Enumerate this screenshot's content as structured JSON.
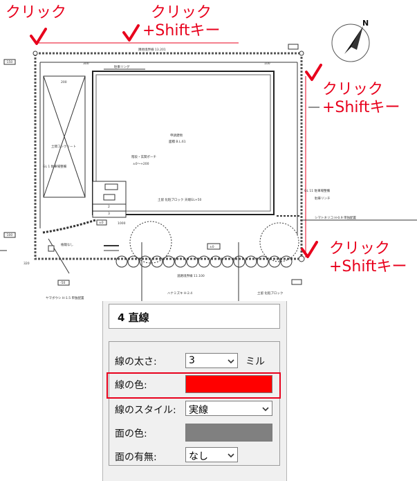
{
  "callouts": {
    "top_left": "クリック",
    "top_middle_line1": "クリック",
    "top_middle_line2": "+Shiftキー",
    "right_line1": "クリック",
    "right_line2": "+Shiftキー",
    "bottom_right_line1": "クリック",
    "bottom_right_line2": "+Shiftキー"
  },
  "drawing": {
    "compass_label": "N",
    "labels": {
      "top_dim": "隣地境界線 13.201",
      "car_rail": "駐車リング",
      "main_building_1": "申請建物",
      "main_building_2": "面積 B.L.61",
      "left_room": "土間コンクリート",
      "left_note": "GL 1 駐車場整備",
      "small_block_1": "階段・玄関ポーチ",
      "small_block_2": "±0〜+200",
      "block_note": "土留 化粧ブロック 天端GL+50",
      "right_note1": "GL 11 駐車場整備",
      "right_note2": "駐車リンチ",
      "right_note3": "シマトネリコ H-0.9 単独配置",
      "bottom_dim": "道路境界線 11.100",
      "bottom_left": "ヤマボウシ H-1.5 単独配置",
      "bottom_mid": "ハナミズキ H-2.4",
      "bottom_right": "土留 化粧ブロック",
      "left_small": "植栽なし",
      "dim_200": "200",
      "dim_1000": "1000",
      "dim_320": "320",
      "dim_150": "-150",
      "dim_300": "300",
      "dim_50": "-50",
      "dim_0": "±0",
      "dim_100": "100",
      "dim_m100": "-100",
      "dim_40": "±0",
      "dim_2": "2",
      "dim_3": "3"
    }
  },
  "panel": {
    "title": "4 直線",
    "line_width_label": "線の太さ:",
    "line_width_value": "3",
    "line_width_unit": "ミル",
    "line_color_label": "線の色:",
    "line_color_value": "#ff0000",
    "line_style_label": "線のスタイル:",
    "line_style_value": "実線",
    "fill_color_label": "面の色:",
    "fill_color_value": "#808080",
    "fill_enable_label": "面の有無:",
    "fill_enable_value": "なし"
  },
  "colors": {
    "accent_red": "#e8001c",
    "selection_red": "#ff0000"
  }
}
